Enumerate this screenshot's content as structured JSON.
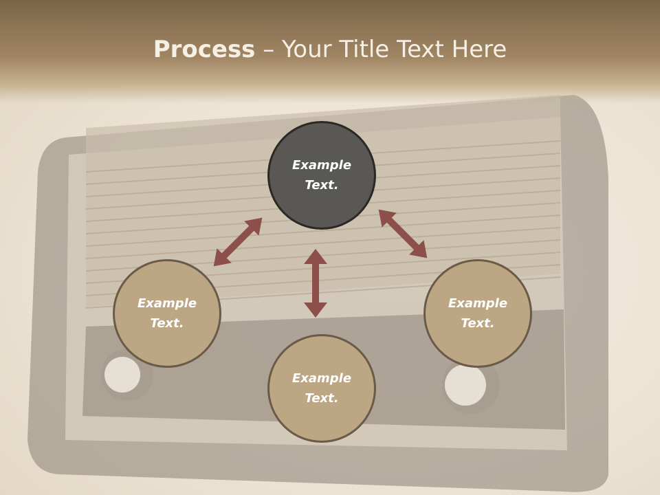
{
  "title": {
    "bold": "Process",
    "rest": " – Your Title Text Here"
  },
  "nodes": {
    "top": "Example\nText.",
    "left": "Example\nText.",
    "right": "Example\nText.",
    "bottom": "Example\nText."
  },
  "colors": {
    "arrow": "#8c4f4a",
    "dark_circle": "#5a5854",
    "tan_circle": "#bca683"
  }
}
